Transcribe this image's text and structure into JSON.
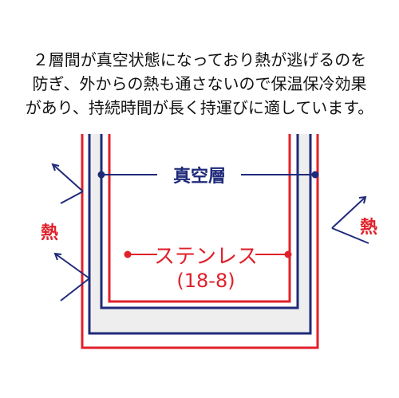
{
  "description": {
    "line1": "２層間が真空状態になっており熱が逃げるのを",
    "line2": "防ぎ、外からの熱も通さないので保温保冷効果",
    "line3": "があり、持続時間が長く持運びに適しています。"
  },
  "labels": {
    "vacuum_layer": "真空層",
    "stainless": "ステンレス",
    "stainless_grade": "(18-8)",
    "heat_left": "熱",
    "heat_right": "熱"
  },
  "colors": {
    "red": "#e0202a",
    "navy": "#1f2a7a",
    "vacuum_fill": "#eeeeee"
  }
}
